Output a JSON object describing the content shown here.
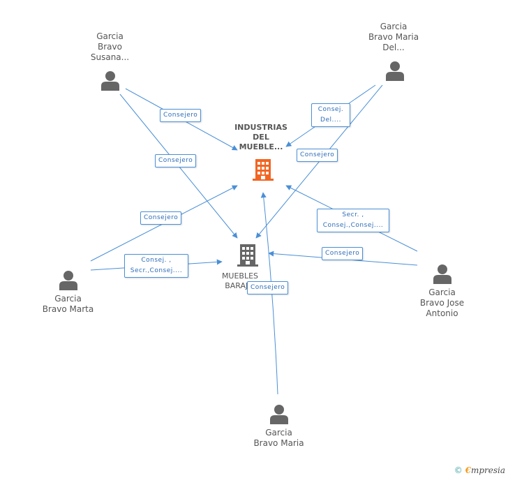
{
  "colors": {
    "edge": "#4a8fd6",
    "person": "#666666",
    "company_main": "#f26522",
    "company_other": "#666666"
  },
  "nodes": {
    "industrias": {
      "label": "INDUSTRIAS\nDEL\nMUEBLE...",
      "icon": "building-icon"
    },
    "muebles": {
      "label": "MUEBLES\nBARAJ...",
      "icon": "building-icon"
    },
    "susana": {
      "label": "Garcia\nBravo\nSusana...",
      "icon": "person-icon"
    },
    "maria_del": {
      "label": "Garcia\nBravo Maria\nDel...",
      "icon": "person-icon"
    },
    "marta": {
      "label": "Garcia\nBravo Marta",
      "icon": "person-icon"
    },
    "jose": {
      "label": "Garcia\nBravo Jose\nAntonio",
      "icon": "person-icon"
    },
    "maria": {
      "label": "Garcia\nBravo Maria",
      "icon": "person-icon"
    }
  },
  "edges": [
    {
      "id": "susana-industrias",
      "label": "Consejero"
    },
    {
      "id": "susana-muebles",
      "label": "Consejero"
    },
    {
      "id": "mariadel-industrias",
      "label": "Consej.\nDel...."
    },
    {
      "id": "mariadel-muebles",
      "label": "Consejero"
    },
    {
      "id": "jose-industrias",
      "label": "Secr. ,\nConsej.,Consej...."
    },
    {
      "id": "jose-muebles",
      "label": "Consejero"
    },
    {
      "id": "marta-industrias",
      "label": "Consejero"
    },
    {
      "id": "marta-muebles",
      "label": "Consej. ,\nSecr.,Consej...."
    },
    {
      "id": "maria-industrias",
      "label": "Consejero"
    }
  ],
  "footer": {
    "copyright": "©",
    "brand_initial": "€",
    "brand_rest": "mpresia"
  }
}
